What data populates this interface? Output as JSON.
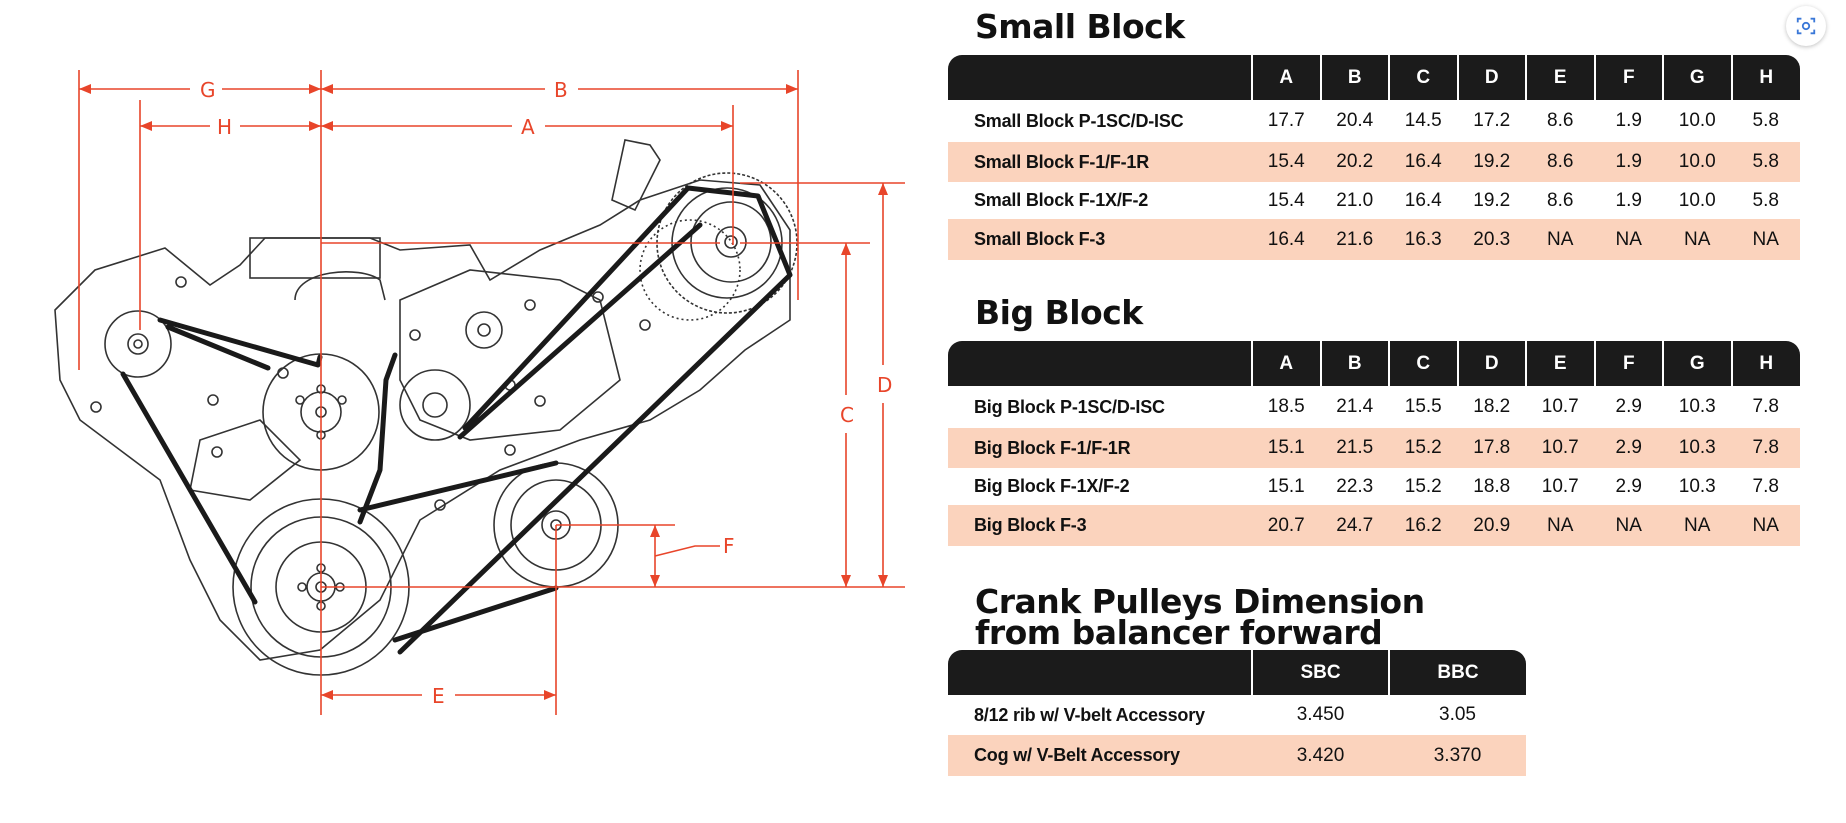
{
  "colors": {
    "header_bg": "#1b1b1b",
    "row_shade": "#fbd3bd",
    "dimension_line": "#e8452a"
  },
  "diagram": {
    "dimension_labels": [
      "G",
      "B",
      "H",
      "A",
      "D",
      "C",
      "F",
      "E"
    ],
    "icon": "engine-pulley-belt-drawing"
  },
  "lens_button": {
    "icon": "visual-search-icon"
  },
  "small_block": {
    "title": "Small Block",
    "columns": [
      "A",
      "B",
      "C",
      "D",
      "E",
      "F",
      "G",
      "H"
    ],
    "rows": [
      {
        "label": "Small Block  P-1SC/D-ISC",
        "values": [
          "17.7",
          "20.4",
          "14.5",
          "17.2",
          "8.6",
          "1.9",
          "10.0",
          "5.8"
        ]
      },
      {
        "label": "Small Block  F-1/F-1R",
        "values": [
          "15.4",
          "20.2",
          "16.4",
          "19.2",
          "8.6",
          "1.9",
          "10.0",
          "5.8"
        ]
      },
      {
        "label": "Small Block  F-1X/F-2",
        "values": [
          "15.4",
          "21.0",
          "16.4",
          "19.2",
          "8.6",
          "1.9",
          "10.0",
          "5.8"
        ]
      },
      {
        "label": "Small Block  F-3",
        "values": [
          "16.4",
          "21.6",
          "16.3",
          "20.3",
          "NA",
          "NA",
          "NA",
          "NA"
        ]
      }
    ]
  },
  "big_block": {
    "title": "Big Block",
    "columns": [
      "A",
      "B",
      "C",
      "D",
      "E",
      "F",
      "G",
      "H"
    ],
    "rows": [
      {
        "label": "Big Block  P-1SC/D-ISC",
        "values": [
          "18.5",
          "21.4",
          "15.5",
          "18.2",
          "10.7",
          "2.9",
          "10.3",
          "7.8"
        ]
      },
      {
        "label": "Big Block  F-1/F-1R",
        "values": [
          "15.1",
          "21.5",
          "15.2",
          "17.8",
          "10.7",
          "2.9",
          "10.3",
          "7.8"
        ]
      },
      {
        "label": "Big Block  F-1X/F-2",
        "values": [
          "15.1",
          "22.3",
          "15.2",
          "18.8",
          "10.7",
          "2.9",
          "10.3",
          "7.8"
        ]
      },
      {
        "label": "Big Block  F-3",
        "values": [
          "20.7",
          "24.7",
          "16.2",
          "20.9",
          "NA",
          "NA",
          "NA",
          "NA"
        ]
      }
    ]
  },
  "crank": {
    "title_line1": "Crank Pulleys Dimension",
    "title_line2": "from balancer forward",
    "columns": [
      "SBC",
      "BBC"
    ],
    "rows": [
      {
        "label": "8/12 rib w/ V-belt Accessory",
        "values": [
          "3.450",
          "3.05"
        ]
      },
      {
        "label": "Cog w/ V-Belt Accessory",
        "values": [
          "3.420",
          "3.370"
        ]
      }
    ]
  }
}
